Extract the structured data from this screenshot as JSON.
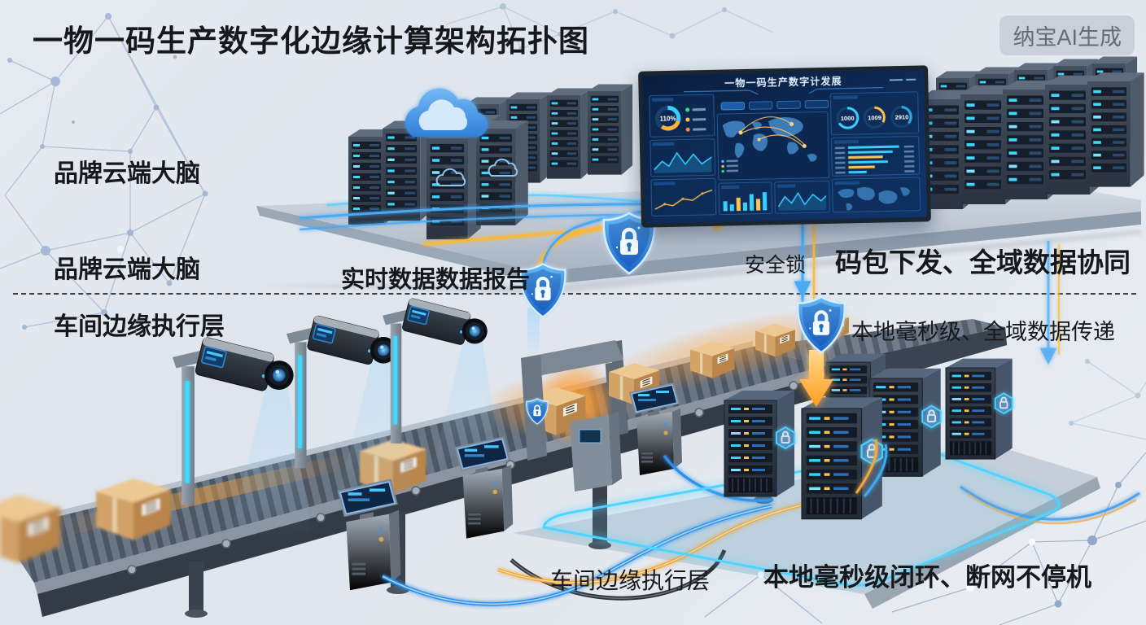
{
  "header": {
    "title": "一物一码生产数字化边缘计算架构拓扑图",
    "badge": "纳宝AI生成"
  },
  "labels": {
    "cloud_brain_top": "品牌云端大脑",
    "cloud_brain_mid": "品牌云端大脑",
    "edge_layer": "车间边缘执行层",
    "realtime_report": "实时数据数据报告",
    "security_lock": "安全锁",
    "code_distribution": "码包下发、全域数据协同",
    "local_latency": "本地毫秒级、全域数据传递",
    "workshop_edge_bottom": "车间边缘执行层",
    "local_loop": "本地毫秒级闭环、断网不停机"
  },
  "dashboard": {
    "title": "一物一码生产数字计发展",
    "gauge_percent": "110%",
    "counter_1": "1000",
    "counter_2": "1009",
    "counter_3": "2910"
  },
  "colors": {
    "accent_blue": "#4aa9f2",
    "glow_cyan": "#4fd4ff",
    "glow_orange": "#ffb338",
    "screen_navy": "#0e2c58",
    "carton_tan": "#d2a267"
  }
}
